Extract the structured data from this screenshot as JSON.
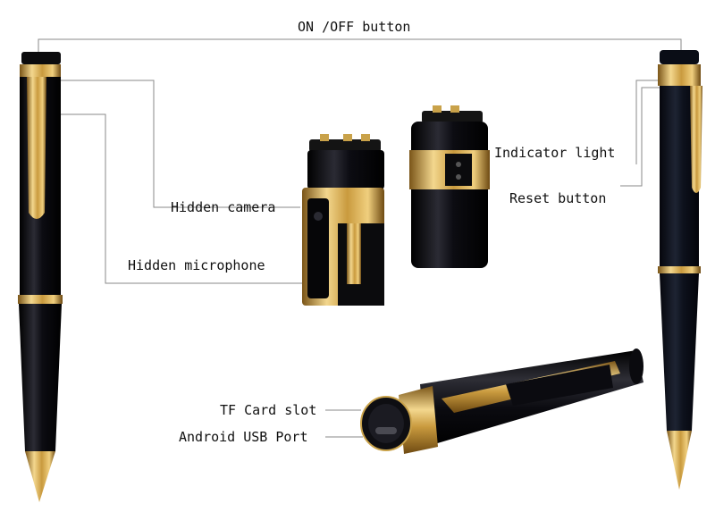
{
  "labels": {
    "on_off_button": "ON /OFF button",
    "hidden_camera": "Hidden camera",
    "hidden_microphone": "Hidden microphone",
    "indicator_light": "Indicator light",
    "reset_button": "Reset button",
    "tf_card_slot": "TF Card slot",
    "android_usb_port": "Android USB Port"
  },
  "colors": {
    "pen_body": "#0b0b10",
    "gold": "#c9a24a",
    "gold_light": "#f1d58a",
    "gold_dark": "#8a6420",
    "leader_line": "#8a8a8a",
    "label_text": "#111111"
  }
}
